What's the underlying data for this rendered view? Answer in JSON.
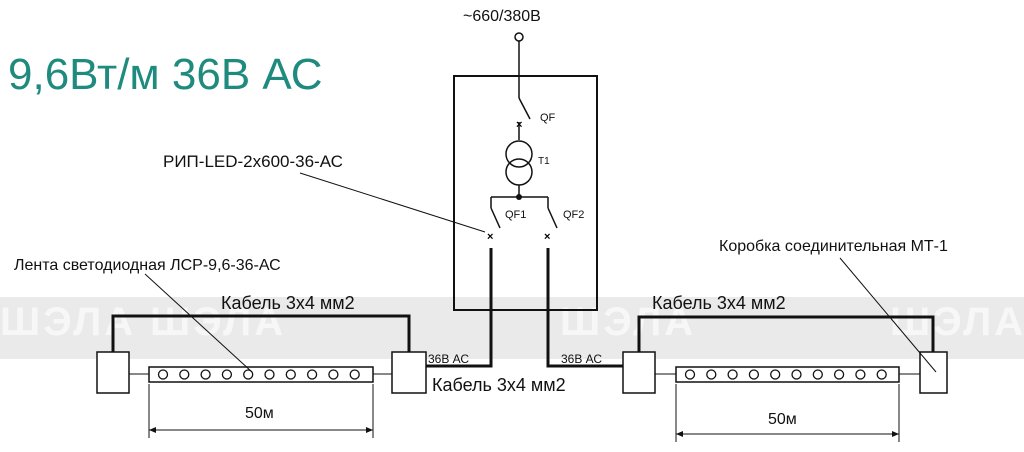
{
  "title": "9,6Вт/м 36В АС",
  "supply_voltage": "~660/380В",
  "device_name": "РИП-LED-2x600-36-АС",
  "breaker_main": "QF",
  "transformer": "T1",
  "breaker_1": "QF1",
  "breaker_2": "QF2",
  "led_strip_label": "Лента светодиодная ЛСР-9,6-36-АС",
  "junction_box_label": "Коробка соединительная МТ-1",
  "cable_left": "Кабель 3х4 мм2",
  "cable_right": "Кабель 3х4 мм2",
  "cable_bottom": "Кабель 3х4 мм2",
  "voltage_left": "36В АС",
  "voltage_right": "36В АС",
  "length_left": "50м",
  "length_right": "50м",
  "watermark": "ШЭЛА",
  "colors": {
    "title": "#1f8a7e",
    "lines": "#111111",
    "watermark_band": "#eaeaea"
  }
}
